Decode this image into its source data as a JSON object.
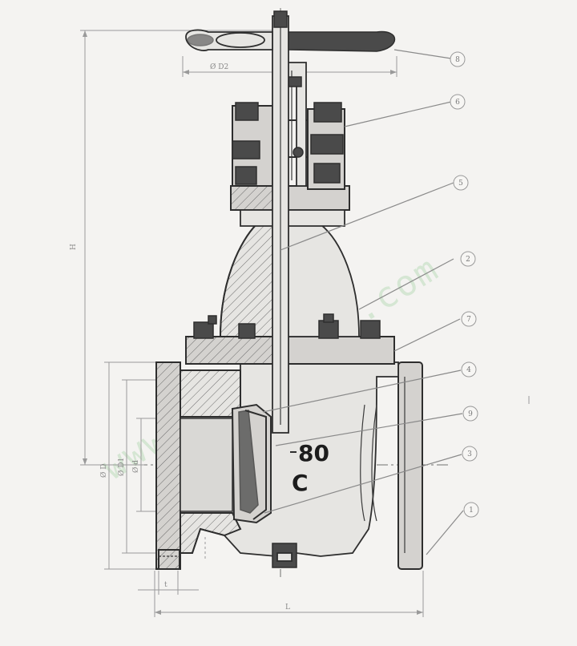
{
  "drawing": {
    "body_marking_size": "80",
    "body_marking_class": "C",
    "watermark": "www.kitzvalve.com"
  },
  "dimensions": {
    "overall_height": "H",
    "handwheel_diameter": "Ø D2",
    "flange_diameter": "Ø D",
    "bolt_circle_diameter": "Ø D1",
    "bore_diameter": "Ø d",
    "face_to_face": "L",
    "flange_thickness": "t"
  },
  "balloons": [
    "8",
    "6",
    "5",
    "2",
    "7",
    "4",
    "9",
    "3",
    "1"
  ]
}
